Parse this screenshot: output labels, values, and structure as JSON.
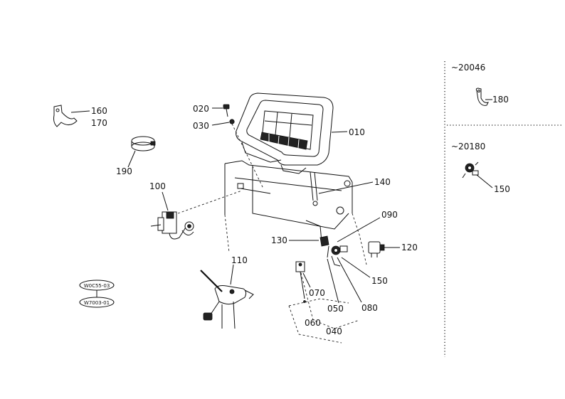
{
  "parts": {
    "p010": "010",
    "p020": "020",
    "p030": "030",
    "p040": "040",
    "p050": "050",
    "p060": "060",
    "p070": "070",
    "p080": "080",
    "p090": "090",
    "p100": "100",
    "p110": "110",
    "p120": "120",
    "p130": "130",
    "p140": "140",
    "p150": "150",
    "p160": "160",
    "p170": "170",
    "p190": "190"
  },
  "variants": {
    "serial_a": "~20046",
    "serial_a_part": "180",
    "serial_b": "~20180",
    "serial_b_part": "150"
  },
  "notes": {
    "engine_a": "W0C55-03",
    "engine_b": "W7003-01"
  }
}
